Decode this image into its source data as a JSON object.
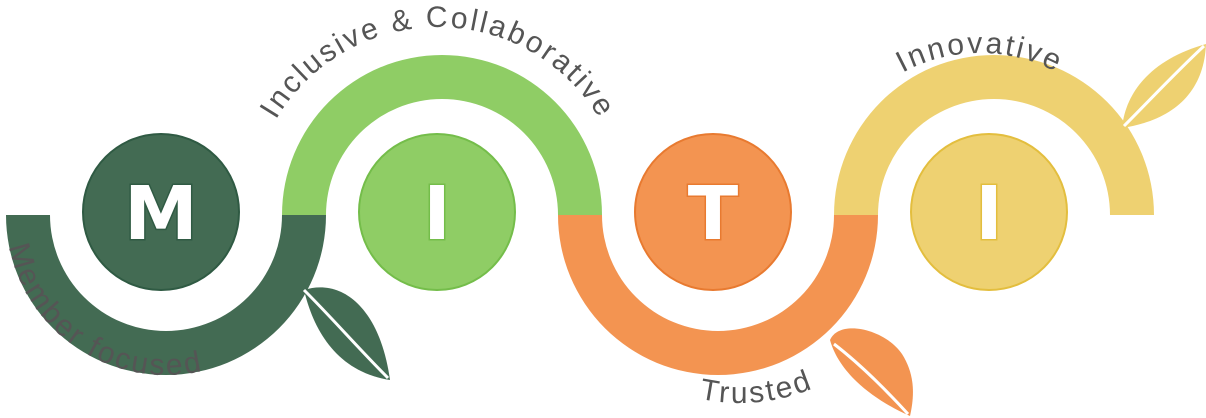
{
  "colors": {
    "green_dark": "#436b53",
    "green_light": "#8fcd65",
    "orange": "#f39451",
    "yellow": "#eed171"
  },
  "stages": [
    {
      "letter": "M",
      "label": "Member focused",
      "color": "#436b53",
      "icon": "leaf-icon"
    },
    {
      "letter": "I",
      "label": "Inclusive & Collaborative",
      "color": "#8fcd65",
      "icon": "none"
    },
    {
      "letter": "T",
      "label": "Trusted",
      "color": "#f39451",
      "icon": "leaf-icon"
    },
    {
      "letter": "I",
      "label": "Innovative",
      "color": "#eed171",
      "icon": "leaf-icon"
    }
  ]
}
